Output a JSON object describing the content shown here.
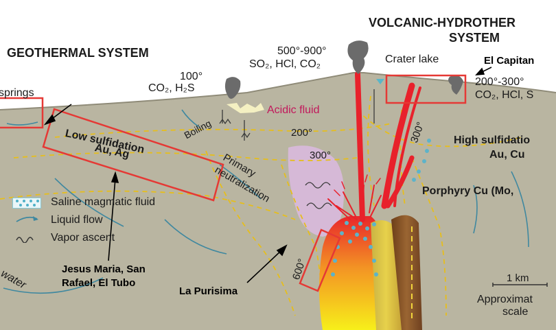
{
  "titles": {
    "left": "GEOTHERMAL SYSTEM",
    "right_line1": "VOLCANIC-HYDROTHER",
    "right_line2": "SYSTEM"
  },
  "gas_labels": {
    "center_temp": "500°-900°",
    "center_gases": "SO₂, HCl, CO₂",
    "left_temp": "100°",
    "left_gases": "CO₂, H₂S",
    "right_temp": "200°-300°",
    "right_gases": "CO₂, HCl, S"
  },
  "features": {
    "springs": "springs",
    "crater_lake": "Crater lake",
    "acidic_fluid": "Acidic fluid",
    "boiling": "Boiling",
    "primary_neutralization_1": "Primary",
    "primary_neutralization_2": "neutralization",
    "isotherm_200": "200°",
    "isotherm_300_left": "300°",
    "isotherm_300_right": "300°",
    "isotherm_600": "600°",
    "low_sulfidation_1": "Low sulfidation",
    "low_sulfidation_2": "Au, Ag",
    "high_sulfidation_1": "High sulfidatio",
    "high_sulfidation_2": "Au, Cu",
    "porphyry": "Porphyry Cu (Mo,",
    "water": "c water"
  },
  "legend": {
    "saline": "Saline magmatic fluid",
    "liquid": "Liquid flow",
    "vapor": "Vapor ascent"
  },
  "scale": {
    "distance": "1 km",
    "label_1": "Approximat",
    "label_2": "scale"
  },
  "annotations": {
    "el_capitan": "El Capitan",
    "jesus_maria_1": "Jesus Maria, San",
    "jesus_maria_2": "Rafael, El Tubo",
    "la_purisima": "La Purisima"
  },
  "colors": {
    "ground": "#b8b49f",
    "red_highlight": "#e53935",
    "vein": "#e8212b",
    "isotherm": "#e8c21a",
    "acidic_fluid_zone": "#d9b6d9",
    "porphyry_brown": "#8d5a2b",
    "intrusion_yellow": "#f2e33a"
  }
}
